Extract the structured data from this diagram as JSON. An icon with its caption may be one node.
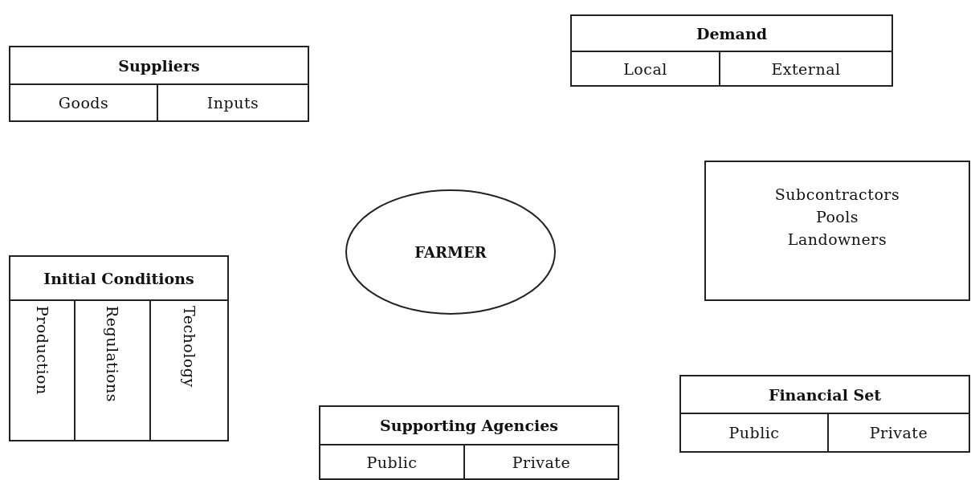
{
  "diagram": {
    "nodes": [
      {
        "text": [
          "Demand"
        ]
      },
      {
        "text": [
          "Local"
        ],
        "in": 0
      },
      {
        "text": [
          "External"
        ],
        "in": 0
      },
      {
        "text": [
          "Suppliers"
        ]
      },
      {
        "text": [
          "Goods"
        ],
        "in": 3
      },
      {
        "text": [
          "Inputs"
        ],
        "in": 3
      },
      {
        "text": [
          "Subcontractors",
          "Pools",
          "Landowners"
        ]
      },
      {
        "text": [
          "FARMER"
        ]
      },
      {
        "text": [
          "Initial Conditions"
        ]
      },
      {
        "text": [
          "Production"
        ],
        "in": 8
      },
      {
        "text": [
          "Regulations"
        ],
        "in": 8
      },
      {
        "text": [
          "Techology"
        ],
        "in": 8
      },
      {
        "text": [
          "Financial Set"
        ]
      },
      {
        "text": [
          "Public"
        ],
        "in": 12
      },
      {
        "text": [
          "Private"
        ],
        "in": 12
      },
      {
        "text": [
          "Supporting Agencies"
        ]
      },
      {
        "text": [
          "Public"
        ],
        "in": 15
      },
      {
        "text": [
          "Private"
        ],
        "in": 15
      }
    ]
  }
}
